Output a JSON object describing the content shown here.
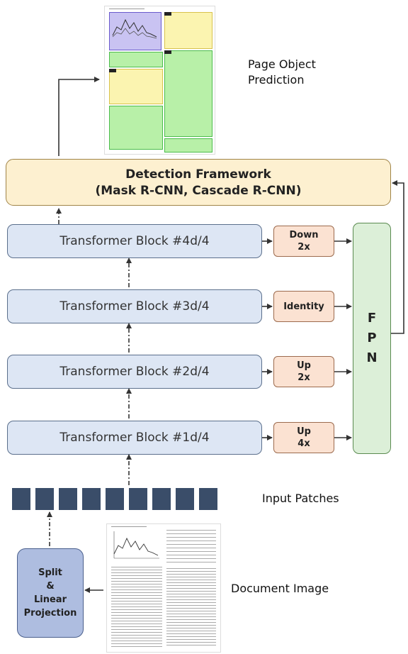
{
  "detection": {
    "line1": "Detection Framework",
    "line2": "(Mask R-CNN, Cascade R-CNN)"
  },
  "transformer_blocks": [
    "Transformer Block #4d/4",
    "Transformer Block #3d/4",
    "Transformer Block #2d/4",
    "Transformer Block #1d/4"
  ],
  "ops": [
    "Down\n2x",
    "Identity",
    "Up\n2x",
    "Up\n4x"
  ],
  "fpn": "F\nP\nN",
  "labels": {
    "page_object": "Page Object\nPrediction",
    "input_patches": "Input Patches",
    "document_image": "Document Image"
  },
  "split": "Split\n&\nLinear\nProjection",
  "patch_count": 9,
  "colors": {
    "transformer_fill": "#dde6f4",
    "op_fill": "#fbe2d2",
    "fpn_fill": "#dcefd8",
    "detection_fill": "#fdf0d0",
    "split_fill": "#aebde0",
    "patch_fill": "#3a4d69"
  }
}
